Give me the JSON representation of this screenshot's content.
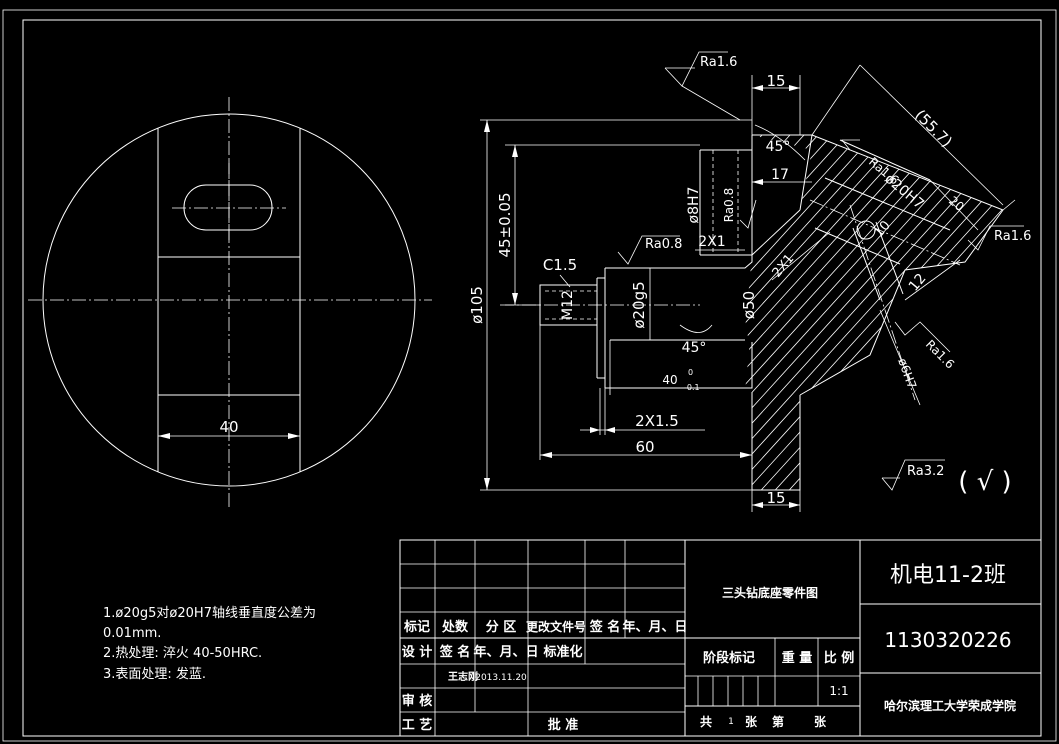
{
  "drawing": {
    "left_view": {
      "dim_width": "40"
    },
    "section_view": {
      "dims": {
        "top_width": "15",
        "diag_length": "(55.7)",
        "height_45": "45±0.05",
        "angle_top": "45°",
        "dim_17": "17",
        "bore_8": "ø8H7",
        "ra_08_small": "Ra0.8",
        "chamfer_2x1": "2X1",
        "ra_16_top": "Ra1.6",
        "ra_16_diag": "Ra1.6",
        "bore_20": "ø20H7",
        "dim_20": "20",
        "ra_16_right": "Ra1.6",
        "dim_12": "12",
        "dim_10": "10",
        "dim_2x1_diag": "2X1",
        "bore_6": "ø6H7",
        "ra_16_low": "Ra1.6",
        "dia_105": "ø105",
        "c15": "C1.5",
        "thread": "M12",
        "ra_08": "Ra0.8",
        "shaft_20": "ø20g5",
        "dia_50": "ø50",
        "angle_low": "45°",
        "dim_40": "40",
        "tol_40_upper": "0",
        "tol_40_lower": "-0.1",
        "groove": "2X1.5",
        "dim_60": "60",
        "bottom_width": "15"
      },
      "roughness_general": "Ra3.2",
      "roughness_general_mark": "( √ )"
    },
    "notes": [
      "1.ø20g5对ø20H7轴线垂直度公差为",
      "0.01mm.",
      "2.热处理: 淬火 40-50HRC.",
      "3.表面处理: 发蓝."
    ]
  },
  "title_block": {
    "drawing_title": "三头钻底座零件图",
    "class_name": "机电11-2班",
    "student_id": "1130320226",
    "school": "哈尔滨理工大学荣成学院",
    "scale": "1:1",
    "designer": "王志刚",
    "date": "2013.11.20",
    "labels": {
      "mark": "标记",
      "count": "处数",
      "zone": "分 区",
      "change_doc": "更改文件号",
      "sign": "签 名",
      "ymd": "年、月、日",
      "design": "设 计",
      "sign2": "签 名",
      "ymd2": "年、月、日",
      "standard": "标准化",
      "stage": "阶段标记",
      "weight": "重 量",
      "scale": "比 例",
      "review": "审 核",
      "process": "工 艺",
      "approve": "批 准",
      "sheets_total": "共",
      "sheets_total_n": "1",
      "sheets_unit": "张",
      "sheet_no": "第",
      "sheet_no_unit": "张"
    }
  }
}
